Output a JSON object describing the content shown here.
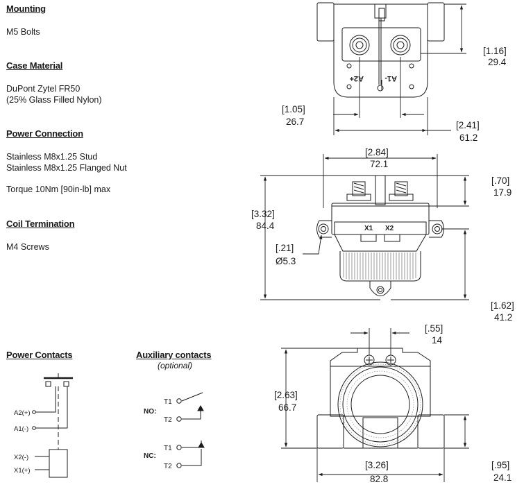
{
  "specs": {
    "mounting": {
      "heading": "Mounting",
      "value": "M5 Bolts"
    },
    "case_material": {
      "heading": "Case Material",
      "line1": "DuPont Zytel FR50",
      "line2": "(25% Glass Filled Nylon)"
    },
    "power_connection": {
      "heading": "Power Connection",
      "line1": "Stainless M8x1.25 Stud",
      "line2": "Stainless M8x1.25 Flanged Nut",
      "torque": "Torque 10Nm [90in-lb] max"
    },
    "coil_termination": {
      "heading": "Coil Termination",
      "value": "M4 Screws"
    }
  },
  "power_contacts": {
    "heading": "Power Contacts",
    "labels": [
      "A2(+)",
      "A1(-)",
      "X2(-)",
      "X1(+)"
    ]
  },
  "auxiliary_contacts": {
    "heading": "Auxiliary contacts",
    "subtitle": "(optional)",
    "no": {
      "label": "NO:",
      "t1": "T1",
      "t2": "T2"
    },
    "nc": {
      "label": "NC:",
      "t1": "T1",
      "t2": "T2"
    }
  },
  "top_view": {
    "terminal_labels": [
      "A2+",
      "A1-"
    ],
    "dims": {
      "height_in": "[1.16]",
      "height_mm": "29.4",
      "inner_in": "[1.05]",
      "inner_mm": "26.7",
      "outer_in": "[2.41]",
      "outer_mm": "61.2"
    }
  },
  "front_view": {
    "terminal_labels": [
      "X1",
      "X2"
    ],
    "dims": {
      "width_in": "[2.84]",
      "width_mm": "72.1",
      "height_in": "[3.32]",
      "height_mm": "84.4",
      "stud_in": "[.70]",
      "stud_mm": "17.9",
      "hole_in": "[.21]",
      "hole_mm": "Ø5.3",
      "lower_in": "[1.62]",
      "lower_mm": "41.2"
    }
  },
  "side_view": {
    "dims": {
      "pitch_in": "[.55]",
      "pitch_mm": "14",
      "height_in": "[2.63]",
      "height_mm": "66.7",
      "width_in": "[3.26]",
      "width_mm": "82.8",
      "foot_in": "[.95]",
      "foot_mm": "24.1"
    }
  }
}
